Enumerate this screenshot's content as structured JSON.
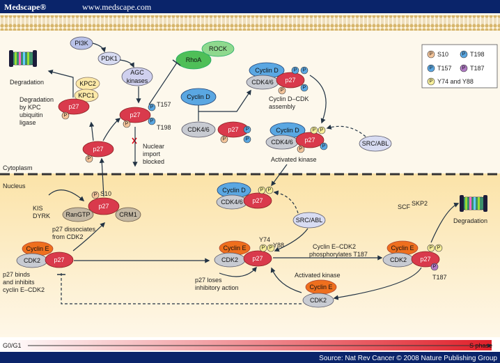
{
  "header": {
    "brand": "Medscape®",
    "url": "www.medscape.com"
  },
  "footer": {
    "source": "Source: Nat Rev Cancer © 2008 Nature Publishing Group"
  },
  "phase_bar": {
    "left": "G0/G1",
    "right": "S phase"
  },
  "regions": {
    "cytoplasm": "Cytoplasm",
    "nucleus": "Nucleus"
  },
  "legend": {
    "s10": "S10",
    "t198": "T198",
    "t157": "T157",
    "t187": "T187",
    "y74_y88": "Y74 and Y88"
  },
  "molecules": {
    "pi3k": "PI3K",
    "pdk1": "PDK1",
    "agc": "AGC",
    "kinases": "kinases",
    "rhoa": "RhoA",
    "rock": "ROCK",
    "kpc2": "KPC2",
    "kpc1": "KPC1",
    "p27": "p27",
    "cyclin_d": "Cyclin D",
    "cdk46": "CDK4/6",
    "cyclin_e": "Cyclin E",
    "cdk2": "CDK2",
    "rangtp": "RanGTP",
    "crm1": "CRM1",
    "src_abl": "SRC/ABL",
    "scf": "SCF",
    "skp2": "SKP2",
    "p": "P"
  },
  "labels": {
    "degradation_top": "Degradation",
    "degradation_kpc": [
      "Degradation",
      "by KPC",
      "ubiquitin",
      "ligase"
    ],
    "t157": "T157",
    "t198": "T198",
    "nuclear_import": [
      "Nuclear",
      "import",
      "blocked"
    ],
    "cyclin_d_cdk_assembly": [
      "Cyclin D–CDK",
      "assembly"
    ],
    "activated_kinase_cyt": "Activated kinase",
    "s10": "S10",
    "kis": "KIS",
    "dyrk": "DYRK",
    "p27_dissociates": [
      "p27 dissociates",
      "from CDK2"
    ],
    "y74": "Y74",
    "y88": "Y88",
    "cyclin_e_phos": [
      "Cyclin E–CDK2",
      "phosphorylates T187"
    ],
    "p27_binds": [
      "p27 binds",
      "and inhibits",
      "cyclin E–CDK2"
    ],
    "p27_loses": [
      "p27 loses",
      "inhibitory action"
    ],
    "activated_kinase_nuc": "Activated kinase",
    "t187": "T187",
    "degradation_right": "Degradation"
  }
}
